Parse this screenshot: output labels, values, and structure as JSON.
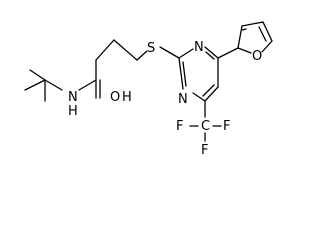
{
  "molecule": {
    "atom_labels": {
      "amide_n": "N",
      "amide_h": "H",
      "carbonyl_o": "O",
      "carbonyl_h": "H",
      "thioether_s": "S",
      "ring_n1": "N",
      "ring_n2": "N",
      "furan_o": "O",
      "cf3_c": "C",
      "cf3_f_left": "F",
      "cf3_f_mid": "F",
      "cf3_f_right": "F"
    }
  }
}
